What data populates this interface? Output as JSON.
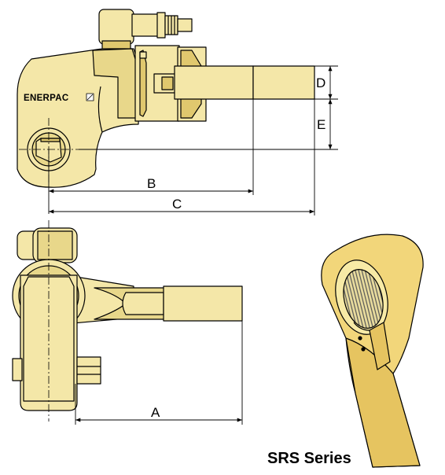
{
  "brand_logo": "ENERPAC",
  "dimension_labels": {
    "a": "A",
    "b": "B",
    "c": "C",
    "d": "D",
    "e": "E"
  },
  "caption": "SRS Series",
  "colors": {
    "body_fill": "#f4e7a8",
    "shade_fill": "#e0c86e",
    "outline": "#000000",
    "dimension_line": "#000000"
  }
}
